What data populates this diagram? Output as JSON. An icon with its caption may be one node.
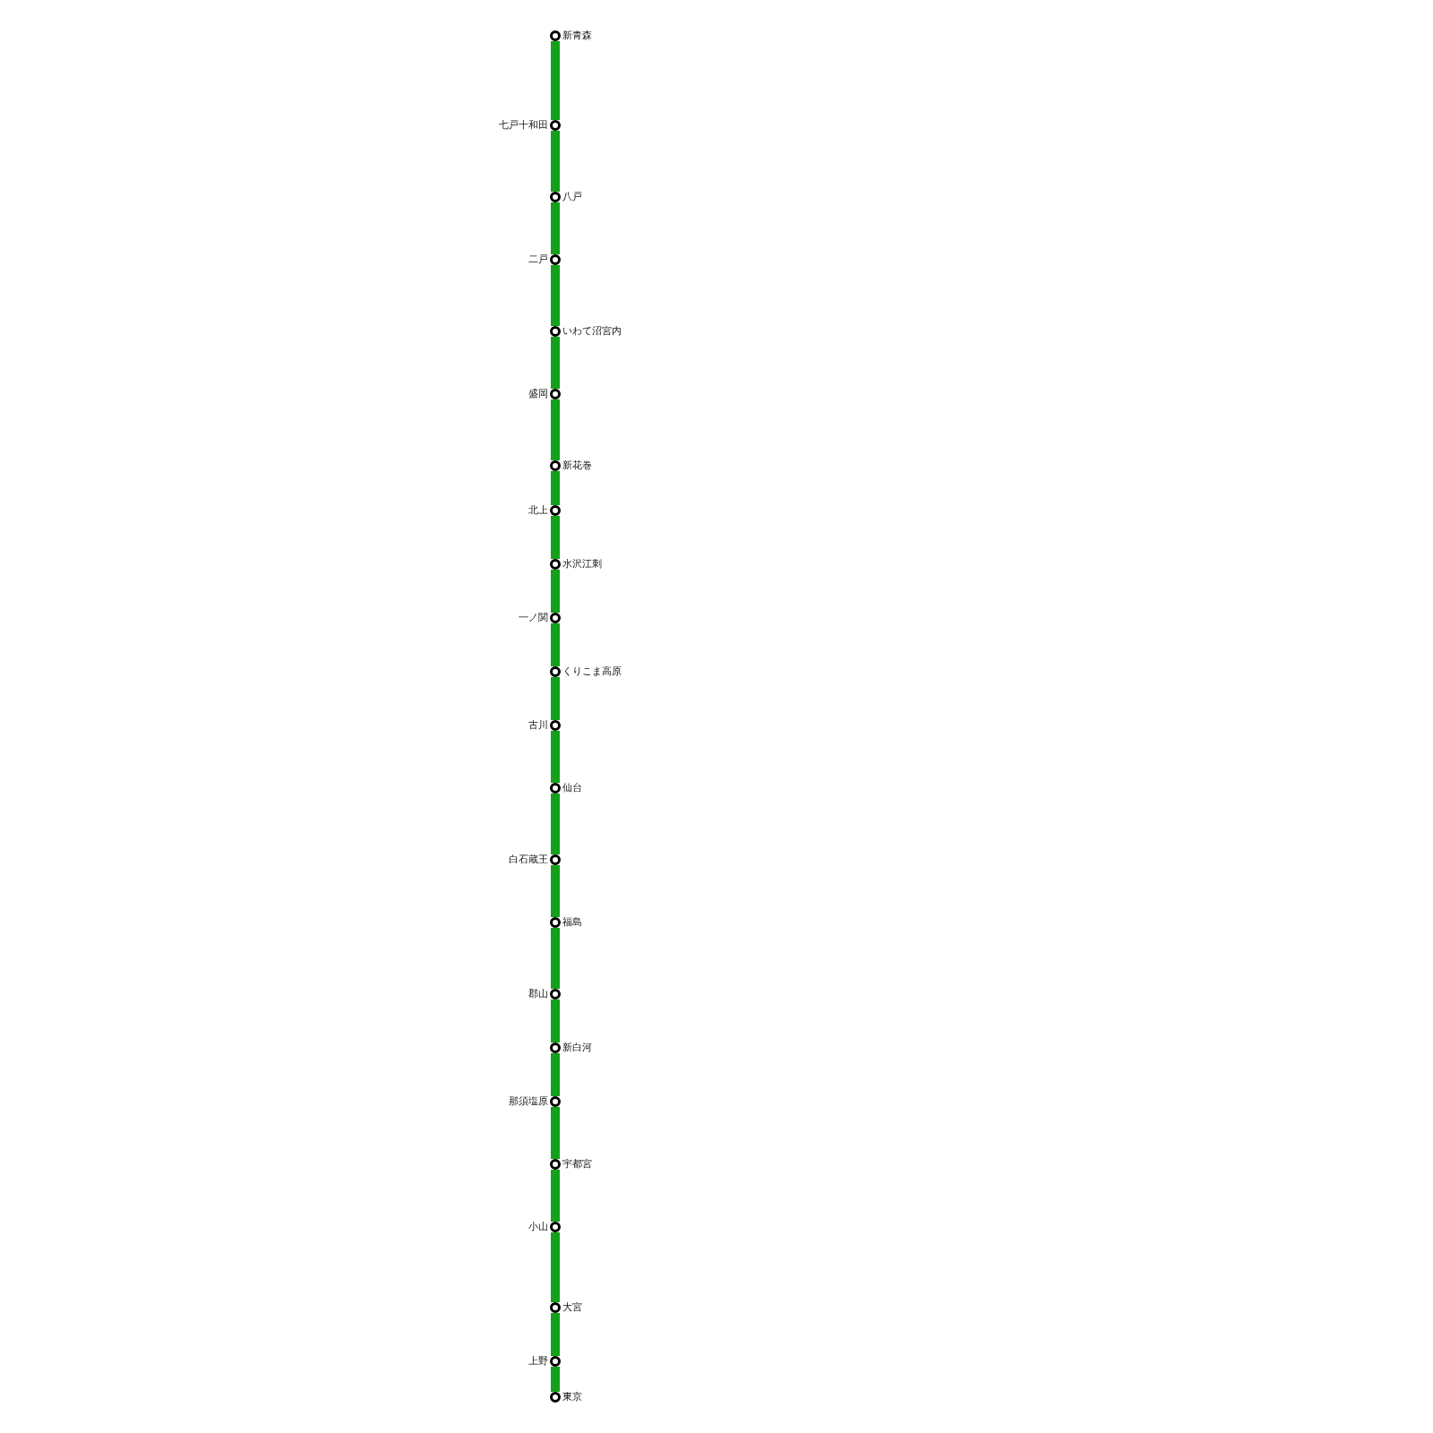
{
  "diagram": {
    "nodes": [
      {
        "text": [],
        "shape": "circle",
        "beside": [
          "新青森"
        ]
      },
      {
        "text": [],
        "shape": "circle",
        "beside": [
          "七戸十和田"
        ]
      },
      {
        "text": [],
        "shape": "circle",
        "beside": [
          "八戸"
        ]
      },
      {
        "text": [],
        "shape": "circle",
        "beside": [
          "二戸"
        ]
      },
      {
        "text": [],
        "shape": "circle",
        "beside": [
          "いわて沼宮内"
        ]
      },
      {
        "text": [],
        "shape": "circle",
        "beside": [
          "盛岡"
        ]
      },
      {
        "text": [],
        "shape": "circle",
        "beside": [
          "新花巻"
        ]
      },
      {
        "text": [],
        "shape": "circle",
        "beside": [
          "北上"
        ]
      },
      {
        "text": [],
        "shape": "circle",
        "beside": [
          "水沢江刺"
        ]
      },
      {
        "text": [],
        "shape": "circle",
        "beside": [
          "一ノ関"
        ]
      },
      {
        "text": [],
        "shape": "circle",
        "beside": [
          "くりこま高原"
        ]
      },
      {
        "text": [],
        "shape": "circle",
        "beside": [
          "古川"
        ]
      },
      {
        "text": [],
        "shape": "circle",
        "beside": [
          "仙台"
        ]
      },
      {
        "text": [],
        "shape": "circle",
        "beside": [
          "白石蔵王"
        ]
      },
      {
        "text": [],
        "shape": "circle",
        "beside": [
          "福島"
        ]
      },
      {
        "text": [],
        "shape": "circle",
        "beside": [
          "郡山"
        ]
      },
      {
        "text": [],
        "shape": "circle",
        "beside": [
          "新白河"
        ]
      },
      {
        "text": [],
        "shape": "circle",
        "beside": [
          "那須塩原"
        ]
      },
      {
        "text": [],
        "shape": "circle",
        "beside": [
          "宇都宮"
        ]
      },
      {
        "text": [],
        "shape": "circle",
        "beside": [
          "小山"
        ]
      },
      {
        "text": [],
        "shape": "circle",
        "beside": [
          "大宮"
        ]
      },
      {
        "text": [],
        "shape": "circle",
        "beside": [
          "上野"
        ]
      },
      {
        "text": [],
        "shape": "circle",
        "beside": [
          "東京"
        ]
      }
    ],
    "edges": [
      {
        "from": 0,
        "to": 1,
        "arrow": "none"
      },
      {
        "from": 1,
        "to": 2,
        "arrow": "none"
      },
      {
        "from": 2,
        "to": 3,
        "arrow": "none"
      },
      {
        "from": 3,
        "to": 4,
        "arrow": "none"
      },
      {
        "from": 4,
        "to": 5,
        "arrow": "none"
      },
      {
        "from": 5,
        "to": 6,
        "arrow": "none"
      },
      {
        "from": 6,
        "to": 7,
        "arrow": "none"
      },
      {
        "from": 7,
        "to": 8,
        "arrow": "none"
      },
      {
        "from": 8,
        "to": 9,
        "arrow": "none"
      },
      {
        "from": 9,
        "to": 10,
        "arrow": "none"
      },
      {
        "from": 10,
        "to": 11,
        "arrow": "none"
      },
      {
        "from": 11,
        "to": 12,
        "arrow": "none"
      },
      {
        "from": 12,
        "to": 13,
        "arrow": "none"
      },
      {
        "from": 13,
        "to": 14,
        "arrow": "none"
      },
      {
        "from": 14,
        "to": 15,
        "arrow": "none"
      },
      {
        "from": 15,
        "to": 16,
        "arrow": "none"
      },
      {
        "from": 16,
        "to": 17,
        "arrow": "none"
      },
      {
        "from": 17,
        "to": 18,
        "arrow": "none"
      },
      {
        "from": 18,
        "to": 19,
        "arrow": "none"
      },
      {
        "from": 19,
        "to": 20,
        "arrow": "none"
      },
      {
        "from": 20,
        "to": 21,
        "arrow": "none"
      },
      {
        "from": 21,
        "to": 22,
        "arrow": "none"
      }
    ]
  }
}
